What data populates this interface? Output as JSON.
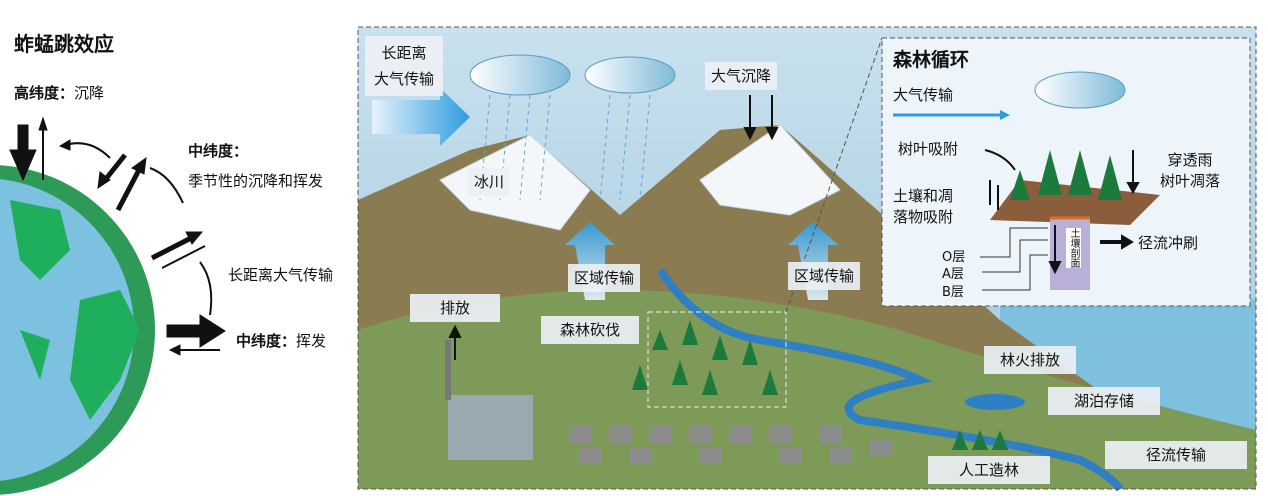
{
  "left": {
    "title": "蚱蜢跳效应",
    "high_lat_bold": "高纬度：",
    "high_lat": "沉降",
    "mid_lat1_bold": "中纬度：",
    "mid_lat1": "季节性的沉降和挥发",
    "long_range": "长距离大气传输",
    "mid_lat2_bold": "中纬度：",
    "mid_lat2": "挥发"
  },
  "main": {
    "long_range_1": "长距离",
    "long_range_2": "大气传输",
    "deposition": "大气沉降",
    "glacier": "冰川",
    "regional1": "区域传输",
    "regional2": "区域传输",
    "emission": "排放",
    "deforestation": "森林砍伐",
    "fire": "林火排放",
    "lake": "湖泊存储",
    "afforestation": "人工造林",
    "runoff_transport": "径流传输"
  },
  "inset": {
    "title": "森林循环",
    "atm": "大气传输",
    "leaf": "树叶吸附",
    "soil1": "土壤和凋",
    "soil2": "落物吸附",
    "throughfall1": "穿透雨",
    "throughfall2": "树叶凋落",
    "runoff": "径流冲刷",
    "o": "O层",
    "a": "A层",
    "b": "B层",
    "profile": "土壤剖面"
  },
  "colors": {
    "sky": "#bcd9ea",
    "mountain": "#8a7a4f",
    "ground": "#7f9b5a",
    "water": "#2f7fc4",
    "arrow": "#3aa3e0"
  }
}
